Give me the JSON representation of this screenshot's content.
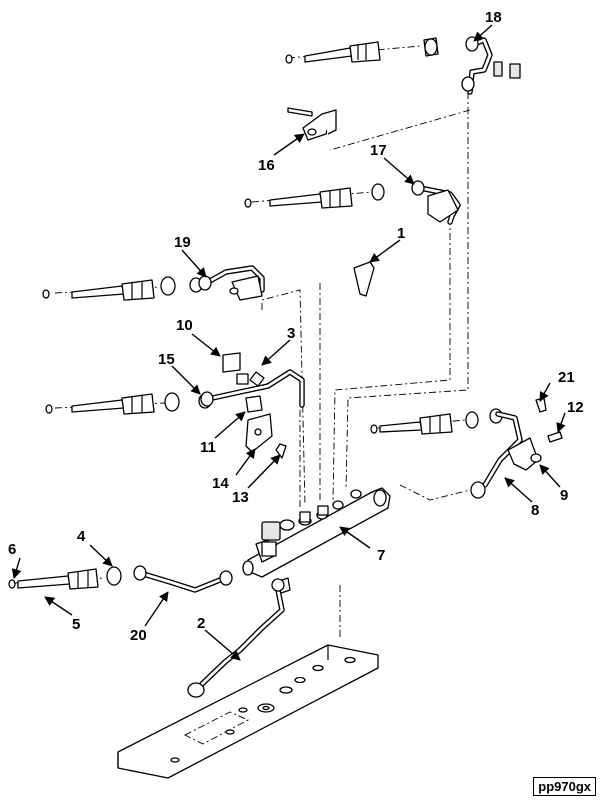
{
  "figure_id": "pp970gx",
  "callouts": [
    "1",
    "2",
    "3",
    "4",
    "5",
    "6",
    "7",
    "8",
    "9",
    "10",
    "11",
    "12",
    "13",
    "14",
    "15",
    "16",
    "17",
    "18",
    "19",
    "20",
    "21"
  ]
}
